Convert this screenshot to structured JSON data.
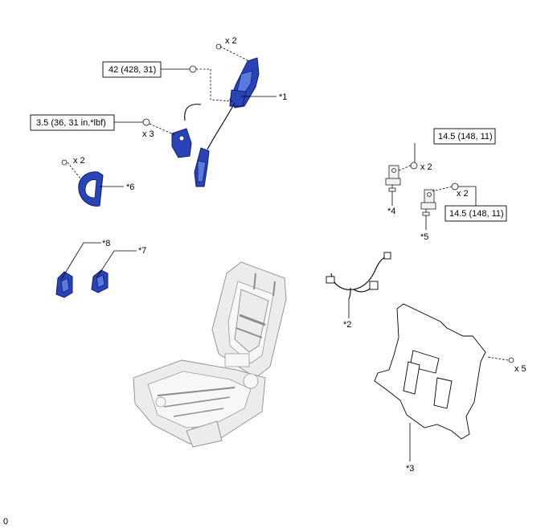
{
  "diagram": {
    "footer_text": "0",
    "torque_labels": {
      "t42": "42 (428, 31)",
      "t35": "3.5 (36, 31 in.*lbf)",
      "t145a": "14.5 (148, 11)",
      "t145b": "14.5 (148, 11)"
    },
    "quantity_labels": {
      "q_bolt_top": "x 2",
      "q_nut_3": "x 3",
      "q_screw_6": "x 2",
      "q_bolt_4": "x 2",
      "q_bolt_5": "x 2",
      "q_clip_5": "x 5"
    },
    "callouts": {
      "c1": "*1",
      "c2": "*2",
      "c3": "*3",
      "c4": "*4",
      "c5": "*5",
      "c6": "*6",
      "c7": "*7",
      "c8": "*8"
    },
    "colors": {
      "highlight_part": "#2944b8",
      "frame_gray": "#ececec",
      "line": "#000000"
    }
  }
}
